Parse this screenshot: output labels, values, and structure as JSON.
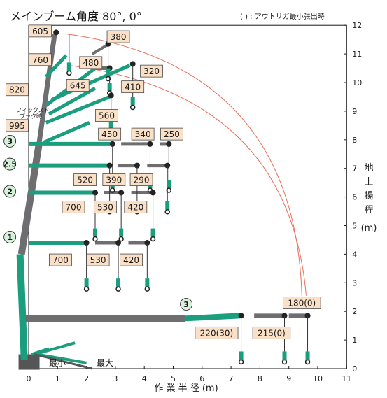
{
  "title": "メインブーム角度 80°, 0°",
  "note": "( ) : アウトリガ最小張出時",
  "xlabel": "作 業 半 径 (m)",
  "ylabel_chars": [
    "地",
    "上",
    "揚",
    "程"
  ],
  "ylabel_unit": "(m)",
  "x_ticks": [
    "0",
    "1",
    "2",
    "3",
    "4",
    "5",
    "6",
    "7",
    "8",
    "9",
    "10",
    "11"
  ],
  "y_ticks": [
    "0",
    "1",
    "2",
    "3",
    "4",
    "5",
    "6",
    "7",
    "8",
    "9",
    "10",
    "11",
    "12"
  ],
  "outrigger_labels": {
    "min": "最小",
    "max": "最大"
  },
  "jib_note": [
    "フィックスド",
    "ブック時"
  ],
  "colors": {
    "boom_green": "#1a9e7e",
    "boom_gray": "#6e6e70",
    "box_fill": "#fbe0c8",
    "box_stroke": "#4a4a4a",
    "arc": "#e8705a",
    "circle_fill": "#d6f0dc"
  },
  "load_boxes": [
    {
      "text": "605",
      "x": 0.4,
      "y": 11.8
    },
    {
      "text": "380",
      "x": 3.1,
      "y": 11.6
    },
    {
      "text": "760",
      "x": 0.4,
      "y": 10.8
    },
    {
      "text": "480",
      "x": 2.15,
      "y": 10.7
    },
    {
      "text": "320",
      "x": 4.25,
      "y": 10.4
    },
    {
      "text": "645",
      "x": 1.7,
      "y": 9.9
    },
    {
      "text": "410",
      "x": 3.6,
      "y": 9.85
    },
    {
      "text": "820",
      "x": -0.4,
      "y": 9.75
    },
    {
      "text": "995",
      "x": -0.4,
      "y": 8.5
    },
    {
      "text": "560",
      "x": 2.7,
      "y": 8.85
    },
    {
      "text": "450",
      "x": 2.8,
      "y": 8.2
    },
    {
      "text": "340",
      "x": 3.95,
      "y": 8.2
    },
    {
      "text": "250",
      "x": 4.95,
      "y": 8.2
    },
    {
      "text": "520",
      "x": 1.95,
      "y": 6.6
    },
    {
      "text": "390",
      "x": 2.95,
      "y": 6.6
    },
    {
      "text": "290",
      "x": 3.9,
      "y": 6.6
    },
    {
      "text": "700",
      "x": 1.55,
      "y": 5.65
    },
    {
      "text": "530",
      "x": 2.65,
      "y": 5.65
    },
    {
      "text": "420",
      "x": 3.7,
      "y": 5.65
    },
    {
      "text": "700",
      "x": 1.1,
      "y": 3.8
    },
    {
      "text": "530",
      "x": 2.4,
      "y": 3.8
    },
    {
      "text": "420",
      "x": 3.55,
      "y": 3.8
    },
    {
      "text": "180(0)",
      "x": 9.45,
      "y": 2.3
    },
    {
      "text": "220(30)",
      "x": 6.5,
      "y": 1.25
    },
    {
      "text": "215(0)",
      "x": 8.4,
      "y": 1.25
    }
  ],
  "circle_labels": [
    {
      "text": "1",
      "x": -0.65,
      "y": 4.6
    },
    {
      "text": "2",
      "x": -0.65,
      "y": 6.2
    },
    {
      "text": "2.5",
      "x": -0.65,
      "y": 7.15
    },
    {
      "text": "3",
      "x": -0.65,
      "y": 7.95
    },
    {
      "text": "3",
      "x": 5.45,
      "y": 2.25
    }
  ]
}
